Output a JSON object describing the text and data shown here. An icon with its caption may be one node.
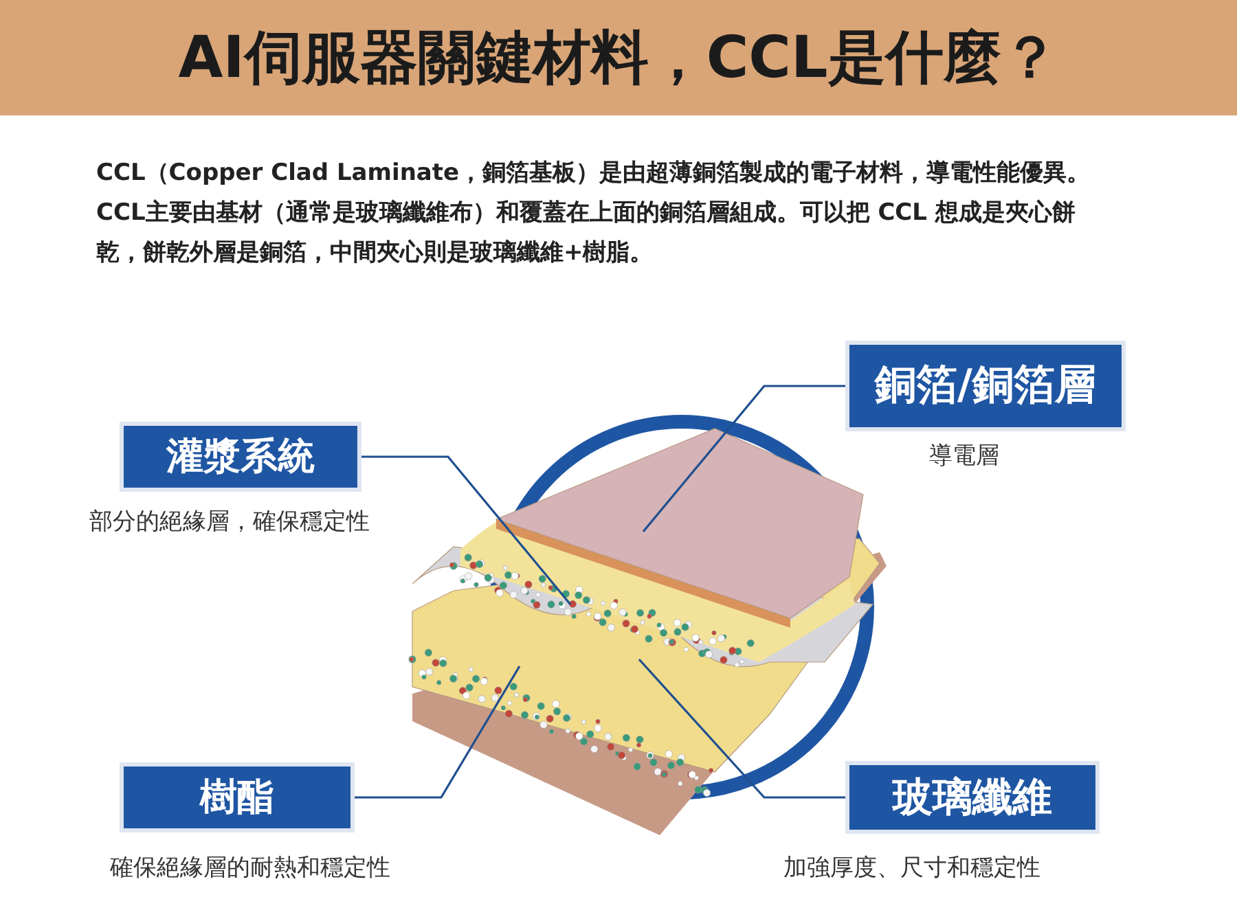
{
  "diagram": {
    "title": "AI伺服器關鍵材料，CCL是什麼？",
    "nodes": [
      {
        "text": [
          "灌漿系統"
        ],
        "beside": [
          "部分的絕緣層，確保穩定性"
        ]
      },
      {
        "text": [
          "銅箔/銅箔層"
        ],
        "beside": [
          "導電層"
        ]
      },
      {
        "text": [
          "樹酯"
        ],
        "beside": [
          "確保絕緣層的耐熱和穩定性"
        ]
      },
      {
        "text": [
          "玻璃纖維"
        ],
        "beside": [
          "加強厚度、尺寸和穩定性"
        ]
      },
      {
        "text": [],
        "shape": "picture"
      },
      {
        "text": [],
        "shape": "picture"
      },
      {
        "text": [],
        "shape": "picture"
      },
      {
        "text": [],
        "shape": "picture",
        "in": 6
      }
    ],
    "edges": [
      {
        "from": 0,
        "to": 5,
        "arrow": "none"
      },
      {
        "from": 1,
        "to": 4,
        "arrow": "none"
      },
      {
        "from": 2,
        "to": 6,
        "arrow": "none"
      },
      {
        "from": 3,
        "to": 7,
        "arrow": "none"
      }
    ],
    "labels": [
      "CCL（Copper Clad Laminate，銅箔基板）是由超薄銅箔製成的電子材料，導電性能優異。CCL主要由基材（通常是玻璃纖維布）和覆蓋在上面的銅箔層組成。可以把 CCL 想成是夾心餅乾，餅乾外層是銅箔，中間夾心則是玻璃纖維+樹脂。"
    ]
  }
}
